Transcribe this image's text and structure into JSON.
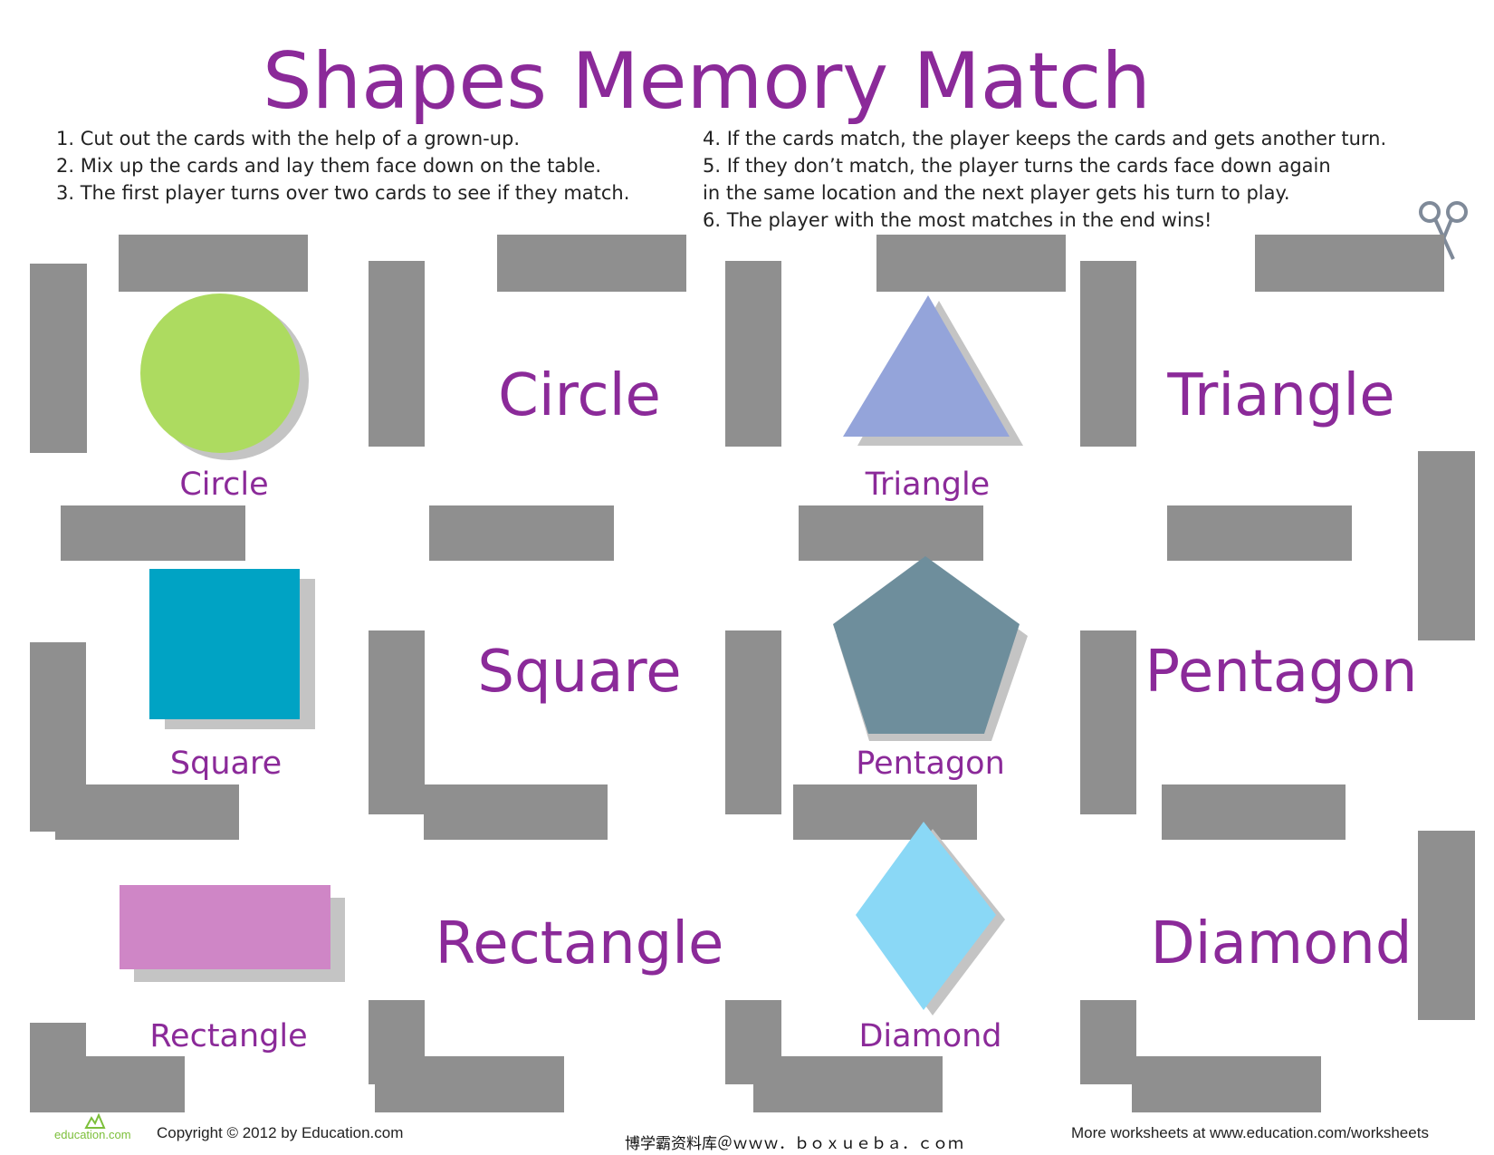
{
  "title": "Shapes Memory Match",
  "instructions_left": [
    "1. Cut out the cards with the help of a grown-up.",
    "2. Mix up the cards and lay them face down on the table.",
    "3. The first player turns over two cards to see if they match."
  ],
  "instructions_right": [
    "4. If the cards match, the player keeps the cards and gets another turn.",
    "5. If they don’t match, the player turns the cards face down again",
    "in the same location and the next player gets his turn to play.",
    "6. The player with the most matches in the end wins!"
  ],
  "picture_cards": [
    {
      "label": "Circle",
      "shape": "circle",
      "color": "#addb60"
    },
    {
      "label": "Triangle",
      "shape": "triangle",
      "color": "#94a4da"
    },
    {
      "label": "Square",
      "shape": "square",
      "color": "#00a3c4"
    },
    {
      "label": "Pentagon",
      "shape": "pentagon",
      "color": "#6e8e9c"
    },
    {
      "label": "Rectangle",
      "shape": "rectangle",
      "color": "#cf86c6"
    },
    {
      "label": "Diamond",
      "shape": "diamond",
      "color": "#8ad8f6"
    }
  ],
  "word_cards": [
    "Circle",
    "Triangle",
    "Square",
    "Pentagon",
    "Rectangle",
    "Diamond"
  ],
  "colors": {
    "title": "#8b2a99",
    "bar": "#8f8f8f",
    "shadow": "#c4c4c4"
  },
  "icons": [
    "scissors-icon",
    "education-logo"
  ],
  "footer": {
    "logo_text": "education.com",
    "copyright": "Copyright © 2012 by Education.com",
    "watermark": "博学霸资料库＠ｗｗｗ．ｂｏｘｕｅｂａ．ｃｏｍ",
    "more": "More worksheets at www.education.com/worksheets"
  }
}
